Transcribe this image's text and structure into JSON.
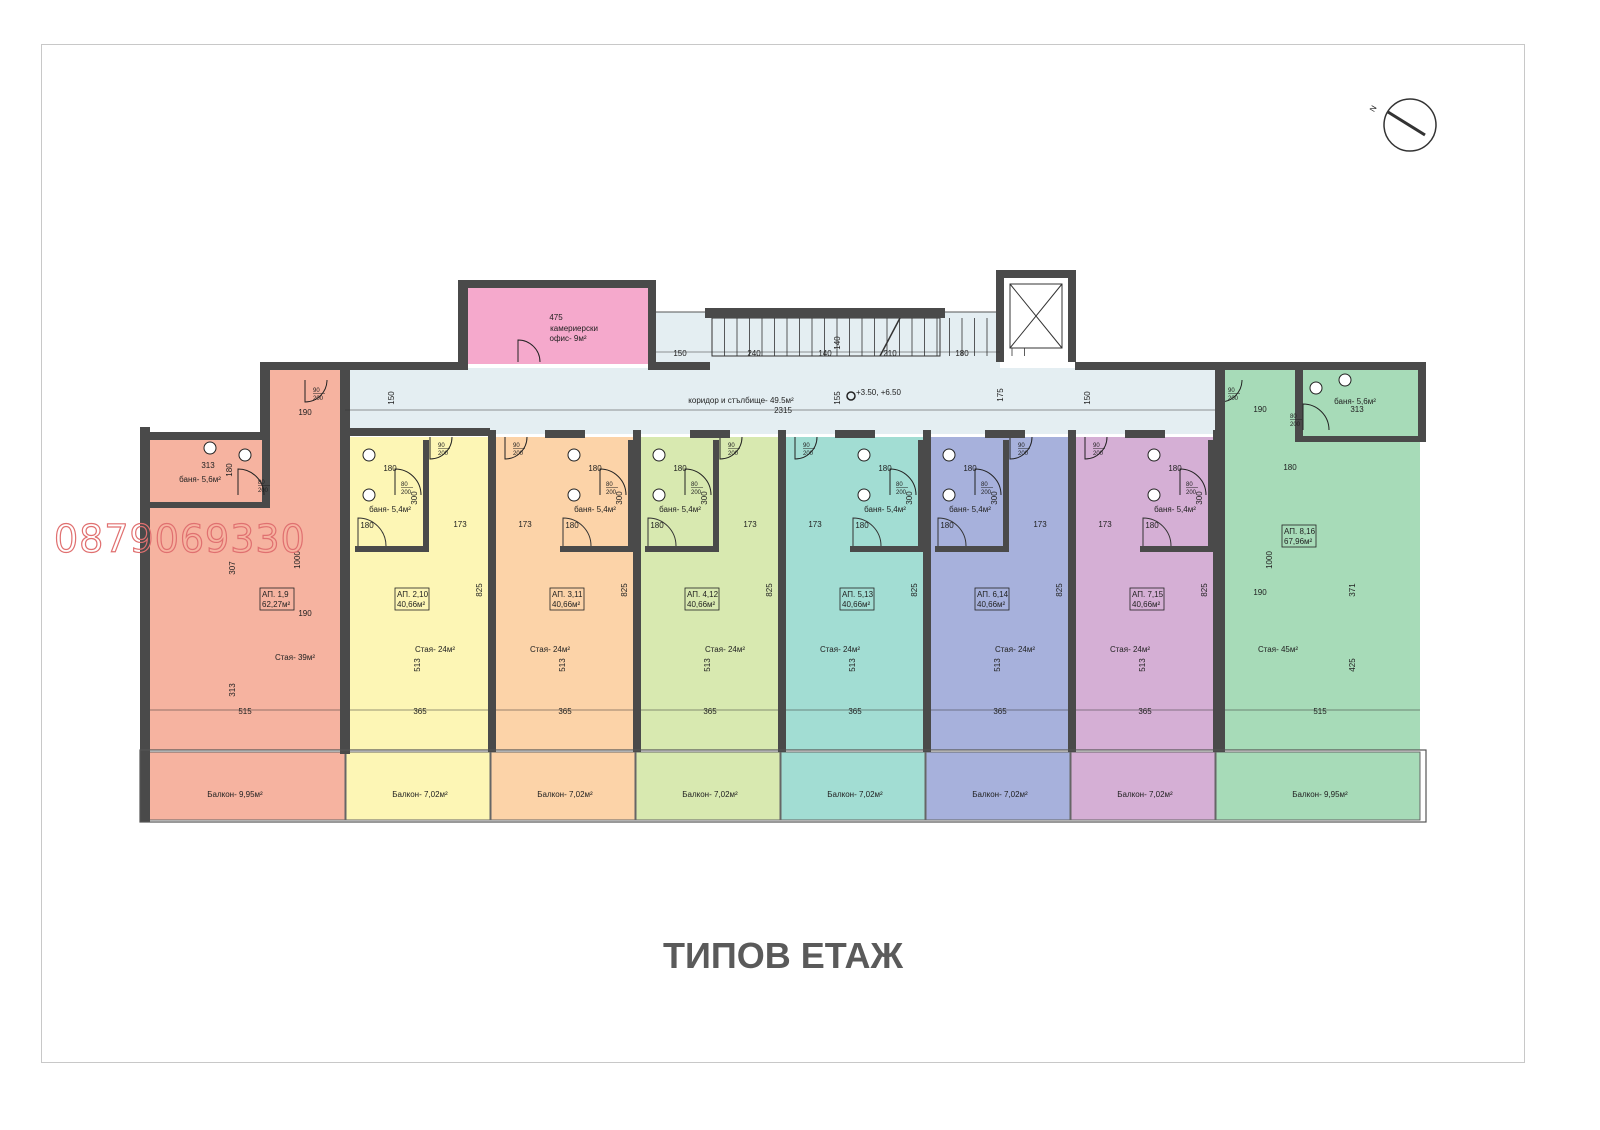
{
  "title": "ТИПОВ ЕТАЖ",
  "watermark_phone": "0879069330",
  "compass": {
    "label": "N",
    "icon": "north-arrow-icon"
  },
  "office": {
    "line1": "камериерски",
    "line2": "офис- 9м²",
    "color": "#f5a9cc",
    "dim": "475"
  },
  "corridor": {
    "label": "коридор и стълбище- 49.5м²",
    "length": "2315",
    "level": "+3.50, +6.50",
    "color": "#e4eef2"
  },
  "stair_dims": [
    "150",
    "240",
    "140",
    "210",
    "180",
    "140",
    "155",
    "175",
    "150",
    "150"
  ],
  "door_label": {
    "width": "90",
    "height": "200",
    "bath_width": "80"
  },
  "apartments": [
    {
      "label": "АП. 1,9",
      "area": "62,27м²",
      "room": "Стая- 39м²",
      "bath": "баня- 5,6м²",
      "balcony": "Балкон- 9,95м²",
      "color": "#f6b3a0",
      "dims": [
        "515",
        "313",
        "307",
        "1000",
        "190",
        "180",
        "313",
        "190"
      ]
    },
    {
      "label": "АП. 2,10",
      "area": "40,66м²",
      "room": "Стая- 24м²",
      "bath": "баня- 5,4м²",
      "balcony": "Балкон- 7,02м²",
      "color": "#fdf6b5",
      "dims": [
        "365",
        "513",
        "825",
        "180",
        "173",
        "300",
        "180"
      ]
    },
    {
      "label": "АП. 3,11",
      "area": "40,66м²",
      "room": "Стая- 24м²",
      "bath": "баня- 5,4м²",
      "balcony": "Балкон- 7,02м²",
      "color": "#fcd3a8",
      "dims": [
        "365",
        "513",
        "825",
        "180",
        "173",
        "300",
        "180"
      ]
    },
    {
      "label": "АП. 4,12",
      "area": "40,66м²",
      "room": "Стая- 24м²",
      "bath": "баня- 5,4м²",
      "balcony": "Балкон- 7,02м²",
      "color": "#d8e9b0",
      "dims": [
        "365",
        "513",
        "825",
        "180",
        "173",
        "300",
        "180"
      ]
    },
    {
      "label": "АП. 5,13",
      "area": "40,66м²",
      "room": "Стая- 24м²",
      "bath": "баня- 5,4м²",
      "balcony": "Балкон- 7,02м²",
      "color": "#a2ddd3",
      "dims": [
        "365",
        "513",
        "825",
        "180",
        "173",
        "300",
        "180"
      ]
    },
    {
      "label": "АП. 6,14",
      "area": "40,66м²",
      "room": "Стая- 24м²",
      "bath": "баня- 5,4м²",
      "balcony": "Балкон- 7,02м²",
      "color": "#a7b1dc",
      "dims": [
        "365",
        "513",
        "825",
        "180",
        "173",
        "300",
        "180"
      ]
    },
    {
      "label": "АП. 7,15",
      "area": "40,66м²",
      "room": "Стая- 24м²",
      "bath": "баня- 5,4м²",
      "balcony": "Балкон- 7,02м²",
      "color": "#d5afd5",
      "dims": [
        "365",
        "513",
        "825",
        "180",
        "173",
        "300",
        "180"
      ]
    },
    {
      "label": "АП. 8,16",
      "area": "67,96м²",
      "room": "Стая- 45м²",
      "bath": "баня- 5,6м²",
      "balcony": "Балкон- 9,95м²",
      "color": "#a7dbb8",
      "dims": [
        "515",
        "425",
        "371",
        "1000",
        "190",
        "190",
        "313",
        "180"
      ]
    }
  ],
  "colors": {
    "wall": "#4a4a4a",
    "watermark": "#e07070",
    "title": "#5a5a5a"
  }
}
